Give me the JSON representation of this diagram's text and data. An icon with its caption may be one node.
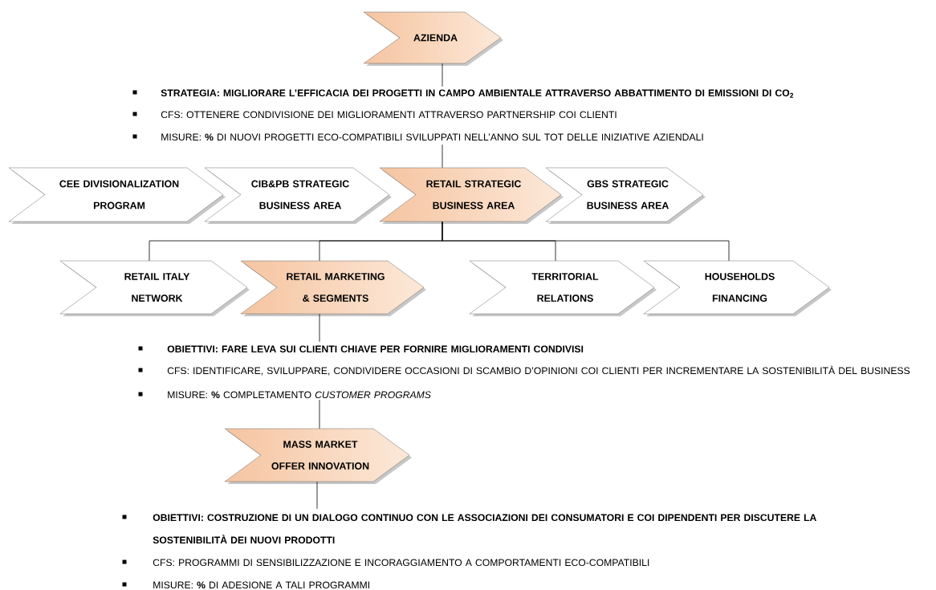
{
  "diagram": {
    "nodes": [
      {
        "text": [
          "AZIENDA"
        ]
      },
      {
        "text": [
          "STRATEGIA: MIGLIORARE L’EFFICACIA DEI PROGETTI IN CAMPO AMBIENTALE ATTRAVERSO ABBATTIMENTO DI EMISSIONI DI CO$_{2}$",
          "CFS: OTTENERE CONDIVISIONE DEI MIGLIORAMENTI ATTRAVERSO PARTNERSHIP COI CLIENTI",
          "MISURE: **%** DI NUOVI PROGETTI ECO-COMPATIBILI SVILUPPATI NELL’ANNO SUL TOT DELLE INIZIATIVE AZIENDALI"
        ]
      },
      {
        "text": [
          "CEE DIVISIONALIZATION PROGRAM"
        ]
      },
      {
        "text": [
          "CIB&PB STRATEGIC BUSINESS AREA"
        ]
      },
      {
        "text": [
          "RETAIL STRATEGIC BUSINESS AREA"
        ]
      },
      {
        "text": [
          "GBS STRATEGIC BUSINESS AREA"
        ]
      },
      {
        "text": [
          "RETAIL ITALY NETWORK"
        ]
      },
      {
        "text": [
          "RETAIL MARKETING & SEGMENTS"
        ]
      },
      {
        "text": [
          "TERRITORIAL RELATIONS"
        ]
      },
      {
        "text": [
          "HOUSEHOLDS FINANCING"
        ]
      },
      {
        "text": [
          "OBIETTIVI: FARE LEVA SUI CLIENTI CHIAVE PER FORNIRE MIGLIORAMENTI CONDIVISI",
          "CFS: IDENTIFICARE, SVILUPPARE, CONDIVIDERE OCCASIONI DI SCAMBIO D’OPINIONI COI CLIENTI PER INCREMENTARE LA SOSTENIBILITÀ DEL BUSINESS",
          "MISURE: **%** COMPLETAMENTO *CUSTOMER PROGRAMS*"
        ]
      },
      {
        "text": [
          "MASS MARKET OFFER INNOVATION"
        ]
      },
      {
        "text": [
          "OBIETTIVI: COSTRUZIONE DI UN DIALOGO CONTINUO CON LE ASSOCIAZIONI DEI CONSUMATORI E COI DIPENDENTI PER DISCUTERE LA SOSTENIBILITÀ DEI NUOVI PRODOTTI",
          "CFS: PROGRAMMI DI SENSIBILIZZAZIONE E INCORAGGIAMENTO A COMPORTAMENTI ECO-COMPATIBILI",
          "MISURE: **%** DI ADESIONE A TALI PROGRAMMI"
        ]
      }
    ],
    "edges": [
      {
        "from": 0,
        "to": 1,
        "arrow": "none"
      },
      {
        "from": 1,
        "to": 4,
        "arrow": "none"
      },
      {
        "from": 4,
        "to": 6,
        "arrow": "none"
      },
      {
        "from": 4,
        "to": 7,
        "arrow": "none"
      },
      {
        "from": 4,
        "to": 8,
        "arrow": "none"
      },
      {
        "from": 4,
        "to": 9,
        "arrow": "none"
      },
      {
        "from": 7,
        "to": 10,
        "arrow": "none"
      },
      {
        "from": 10,
        "to": 11,
        "arrow": "none"
      },
      {
        "from": 11,
        "to": 12,
        "arrow": "none"
      }
    ]
  }
}
